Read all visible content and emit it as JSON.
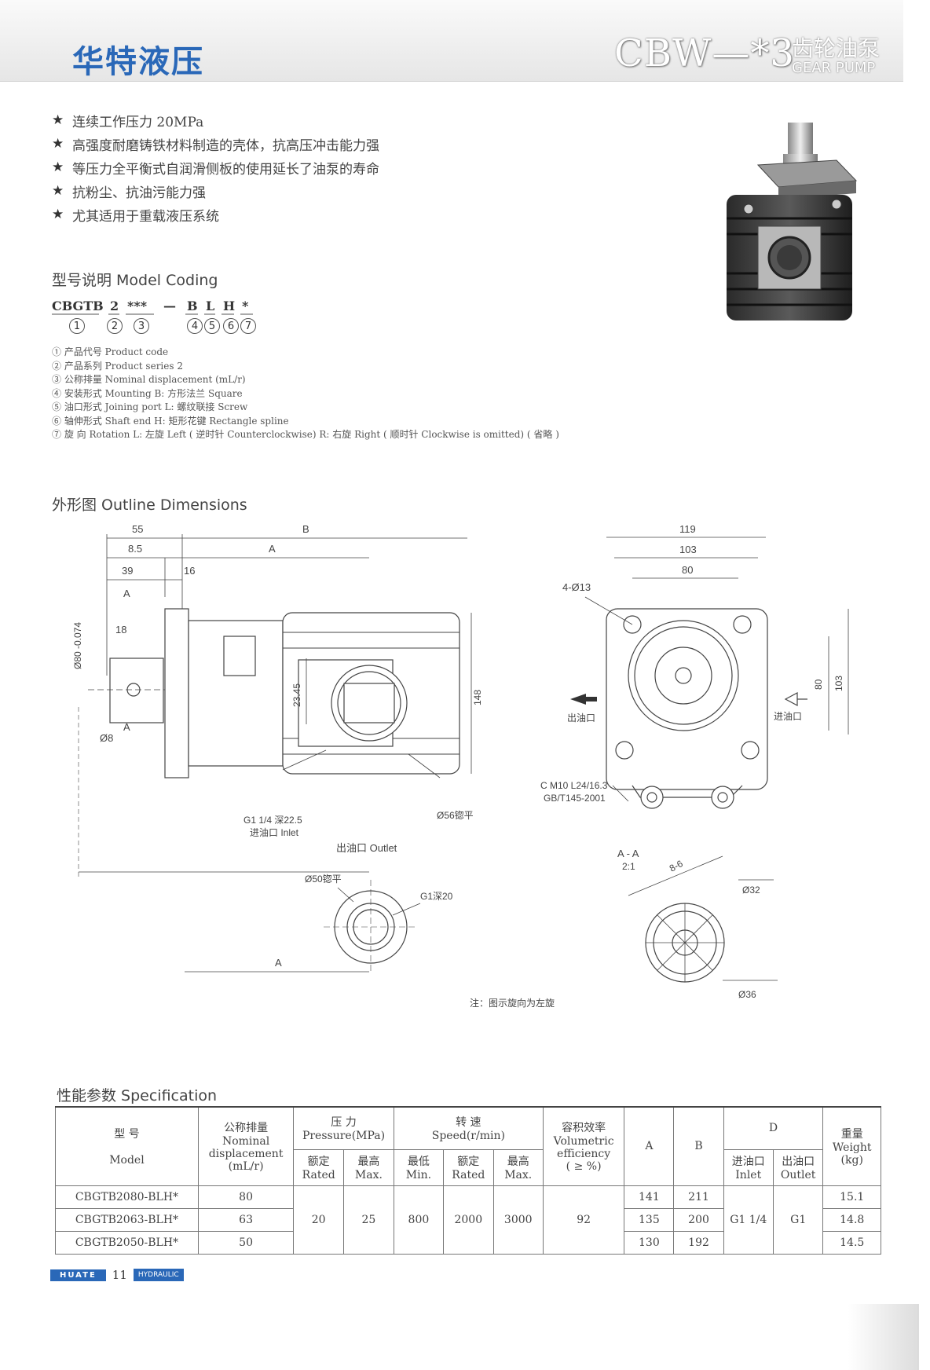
{
  "header": {
    "brand": "华特液压",
    "model": "CBW—*3",
    "title_cn": "齿轮油泵",
    "title_en": "GEAR PUMP"
  },
  "features": [
    "连续工作压力 20MPa",
    "高强度耐磨铸铁材料制造的壳体，抗高压冲击能力强",
    "等压力全平衡式自润滑侧板的使用延长了油泵的寿命",
    "抗粉尘、抗油污能力强",
    "尤其适用于重载液压系统"
  ],
  "model_coding": {
    "title": "型号说明  Model Coding",
    "code": [
      "CBGTB",
      "2",
      "***",
      "—",
      "B",
      "L",
      "H",
      "*"
    ],
    "numbers": [
      "1",
      "2",
      "3",
      "4",
      "5",
      "6",
      "7"
    ],
    "legend": [
      "① 产品代号  Product code",
      "② 产品系列  Product series  2",
      "③ 公称排量  Nominal displacement (mL/r)",
      "④ 安装形式  Mounting  B: 方形法兰  Square",
      "⑤ 油口形式  Joining port  L: 螺纹联接  Screw",
      "⑥ 轴伸形式  Shaft end  H: 矩形花键 Rectangle spline",
      "⑦ 旋    向  Rotation  L: 左旋 Left ( 逆时针 Counterclockwise)  R: 右旋 Right ( 顺时针 Clockwise is omitted) ( 省略 )"
    ]
  },
  "outline": {
    "title": "外形图  Outline Dimensions",
    "side": {
      "d55": "55",
      "dB": "B",
      "d8_5": "8.5",
      "dA": "A",
      "d39": "39",
      "d16": "16",
      "secA": "A",
      "d18": "18",
      "shaft": "Ø80 -0.074",
      "d8": "Ø8",
      "d23": "23.45",
      "d148": "148",
      "inlet_port": "G1 1/4 深22.5",
      "inlet_label": "进油口  Inlet",
      "spot": "Ø56锪平",
      "outlet_label": "出油口  Outlet"
    },
    "front": {
      "d119": "119",
      "d103": "103",
      "d80": "80",
      "holes": "4-Ø13",
      "v80": "80",
      "v103": "103",
      "out_cn": "出油口",
      "in_cn": "进油口",
      "thread": "C M10 L24/16.3",
      "std": "GB/T145-2001"
    },
    "outlet_view": {
      "spot": "Ø50锪平",
      "port": "G1深20",
      "dA": "A"
    },
    "section": {
      "title": "A - A",
      "scale": "2:1",
      "spline": "8-6",
      "d32": "Ø32",
      "d36": "Ø36"
    },
    "note": "注：图示旋向为左旋"
  },
  "spec": {
    "title": "性能参数  Specification",
    "head": {
      "model_cn": "型        号",
      "model_en": "Model",
      "disp": [
        "公称排量",
        "Nominal",
        "displacement",
        "(mL/r)"
      ],
      "pressure": [
        "压    力",
        "Pressure(MPa)"
      ],
      "speed": [
        "转    速",
        "Speed(r/min)"
      ],
      "eff": [
        "容积效率",
        "Volumetric",
        "efficiency",
        "( ≥ %)"
      ],
      "A": "A",
      "B": "B",
      "D": "D",
      "weight": [
        "重量",
        "Weight",
        "(kg)"
      ],
      "p_rated": [
        "额定",
        "Rated"
      ],
      "p_max": [
        "最高",
        "Max."
      ],
      "s_min": [
        "最低",
        "Min."
      ],
      "s_rated": [
        "额定",
        "Rated"
      ],
      "s_max": [
        "最高",
        "Max."
      ],
      "inlet": [
        "进油口",
        "Inlet"
      ],
      "outlet": [
        "出油口",
        "Outlet"
      ]
    },
    "rows": [
      {
        "model": "CBGTB2080-BLH*",
        "disp": "80",
        "A": "141",
        "B": "211",
        "weight": "15.1"
      },
      {
        "model": "CBGTB2063-BLH*",
        "disp": "63",
        "A": "135",
        "B": "200",
        "weight": "14.8"
      },
      {
        "model": "CBGTB2050-BLH*",
        "disp": "50",
        "A": "130",
        "B": "192",
        "weight": "14.5"
      }
    ],
    "shared": {
      "p_rated": "20",
      "p_max": "25",
      "s_min": "800",
      "s_rated": "2000",
      "s_max": "3000",
      "eff": "92",
      "inlet": "G1 1/4",
      "outlet": "G1"
    }
  },
  "footer": {
    "brand": "HUATE",
    "page": "11",
    "tag": "HYDRAULIC"
  },
  "colors": {
    "brand_blue": "#2a68b8"
  }
}
